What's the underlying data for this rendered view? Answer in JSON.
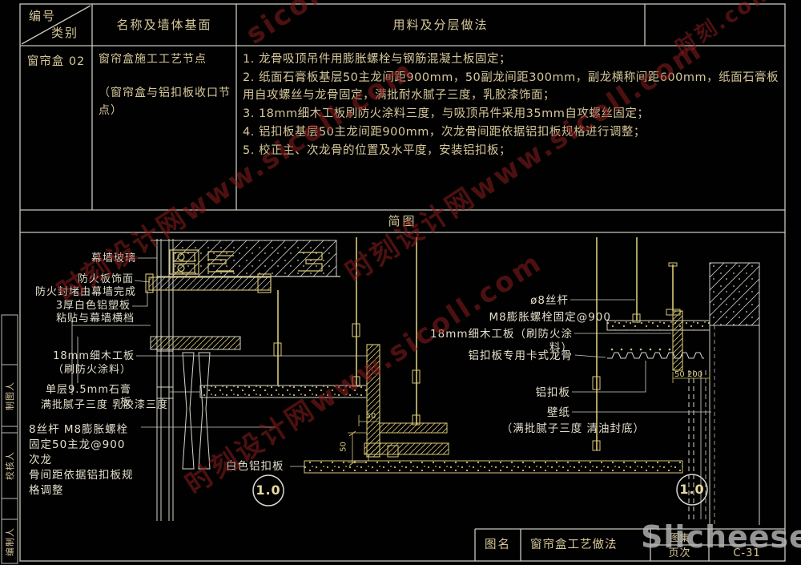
{
  "table": {
    "corner_top": "编号",
    "corner_bottom": "类别",
    "col_name": "名称及墙体基面",
    "col_makeup": "用料及分层做法",
    "item_id": "窗帘盒 02",
    "item_name": "窗帘盒施工工艺节点",
    "item_sub": "（窗帘盒与铝扣板收口节点）",
    "steps": [
      "1. 龙骨吸顶吊件用膨胀螺栓与钢筋混凝土板固定；",
      "2. 纸面石膏板基层50主龙间距900mm，50副龙间距300mm，副龙横称间距600mm，纸面石膏板用自攻螺丝与龙骨固定，满批耐水腻子三度，乳胶漆饰面；",
      "3. 18mm细木工板刷防火涂料三度，与吸顶吊件采用35mm自攻螺丝固定；",
      "4. 铝扣板基层50主龙间距900mm，次龙骨间距依据铝扣板规格进行调整；",
      "5. 校正主、次龙骨的位置及水平度，安装铝扣板；"
    ],
    "diagram_header": "简图"
  },
  "labels_left": {
    "glass": "幕墙玻璃",
    "fireboard1": "防火板饰面",
    "fireboard2": "防火封堵由幕墙完成",
    "alu1": "3厚白色铝塑板",
    "alu2": "粘贴与幕墙横档",
    "wood1": "18mm细木工板",
    "wood2": "（刷防火涂料）",
    "gyp1": "单层9.5mm石膏板",
    "gyp2": "满批腻子三度 乳胶漆三度",
    "rod1": "8丝杆 M8膨胀螺栓",
    "rod2": "固定50主龙@900 次龙",
    "rod3": "骨间距依据铝扣板规",
    "rod4": "格调整",
    "white_alu": "白色铝扣板"
  },
  "labels_right": {
    "rod": "ø8丝杆",
    "anchor": "M8膨胀螺栓固定@900",
    "wood": "18mm细木工板（刷防火涂料）",
    "keel": "铝扣板专用卡式龙骨",
    "alu": "铝扣板",
    "wallpaper": "壁纸",
    "putty": "（满批腻子三度 清油封底）"
  },
  "dims": {
    "box_h": "50",
    "box_w": "50",
    "wall_a": "50",
    "wall_b": "200"
  },
  "scales": {
    "left": "1.0",
    "right": "1.0"
  },
  "sidebar": {
    "drafter": "制图人",
    "checker": "校核人",
    "compiler": "编制人"
  },
  "titleblock": {
    "label": "图名",
    "value": "窗帘盒工艺做法",
    "atlas": "图集",
    "page": "页次",
    "sheet_no": "C-31"
  },
  "watermarks": {
    "site": "时刻设计网www.sicoll.com",
    "fragment": "sicoll.com",
    "corner": "时刻.com",
    "brand": "Slicheese"
  }
}
